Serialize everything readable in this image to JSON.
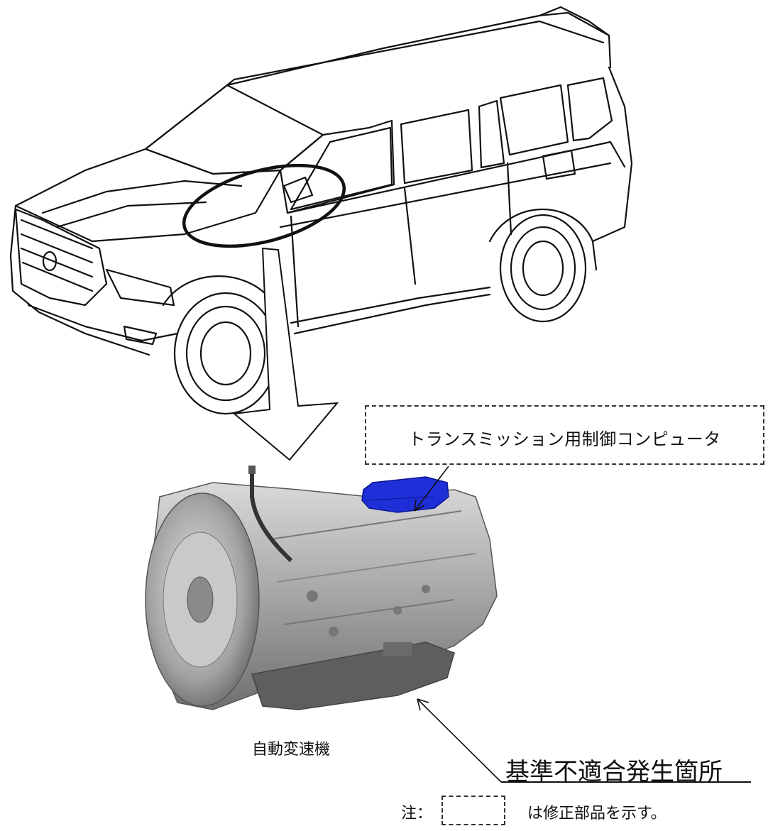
{
  "labels": {
    "ecu": "トランスミッション用制御コンピュータ",
    "automatic_transmission": "自動変速機",
    "defect_location": "基準不適合発生箇所",
    "note_prefix": "注：",
    "note_suffix": "は修正部品を示す。"
  },
  "colors": {
    "ecu_highlight": "#1f2fd8",
    "transmission_body": "#9a9a9a",
    "line": "#111111"
  }
}
